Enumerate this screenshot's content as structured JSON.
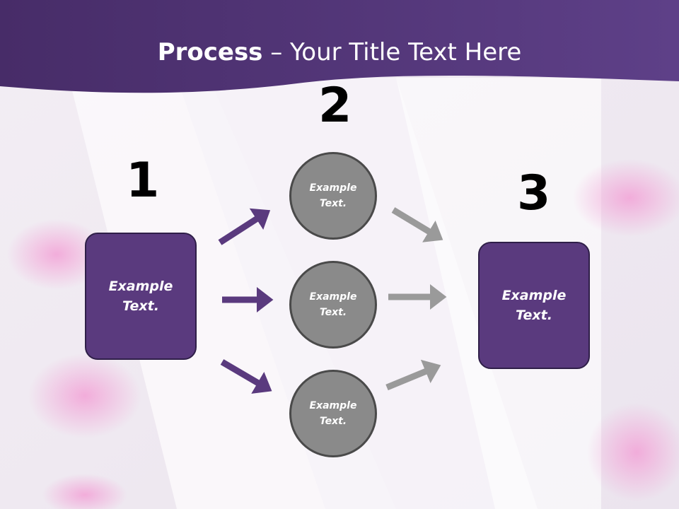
{
  "header": {
    "title_bold": "Process",
    "title_rest": " – Your Title Text Here"
  },
  "steps": [
    {
      "number": "1",
      "box_text": "Example\nText."
    },
    {
      "number": "2",
      "circles": [
        "Example\nText.",
        "Example\nText.",
        "Example\nText."
      ]
    },
    {
      "number": "3",
      "box_text": "Example\nText."
    }
  ],
  "colors": {
    "accent_purple": "#5a3a7e",
    "header_purple": "#4a2f6e",
    "circle_gray": "#8a8a8a",
    "arrow_gray": "#9a9a9a"
  }
}
